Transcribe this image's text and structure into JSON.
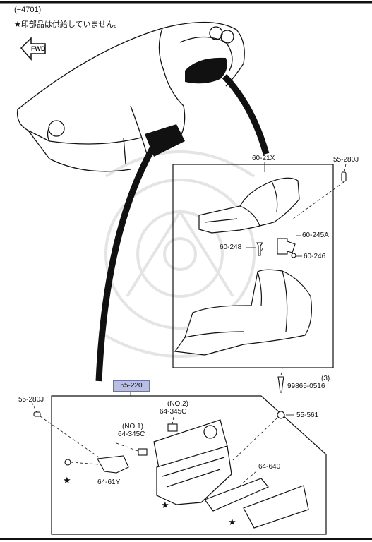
{
  "header": {
    "range_text": "(−4701)",
    "note_star": "★",
    "note_text": "印部品は供給していません。"
  },
  "direction_arrow": {
    "label": "FWD"
  },
  "parts": {
    "p_60_21x": "60-21X",
    "p_55_280j_top": "55-280J",
    "p_60_245a": "60-245A",
    "p_60_248": "60-248",
    "p_60_246": "60-246",
    "p_99865_qty": "(3)",
    "p_99865": "99865-0516",
    "p_55_220": "55-220",
    "p_55_280j_bottom": "55-280J",
    "p_no2": "(NO.2)",
    "p_64_345c_no2": "64-345C",
    "p_no1": "(NO.1)",
    "p_64_345c_no1": "64-345C",
    "p_55_561": "55-561",
    "p_64_640": "64-640",
    "p_64_61y": "64-61Y"
  },
  "stars": {
    "symbol": "★"
  },
  "colors": {
    "line": "#111111",
    "highlight": "#b9bfe3",
    "watermark": "#e4e4e4"
  }
}
